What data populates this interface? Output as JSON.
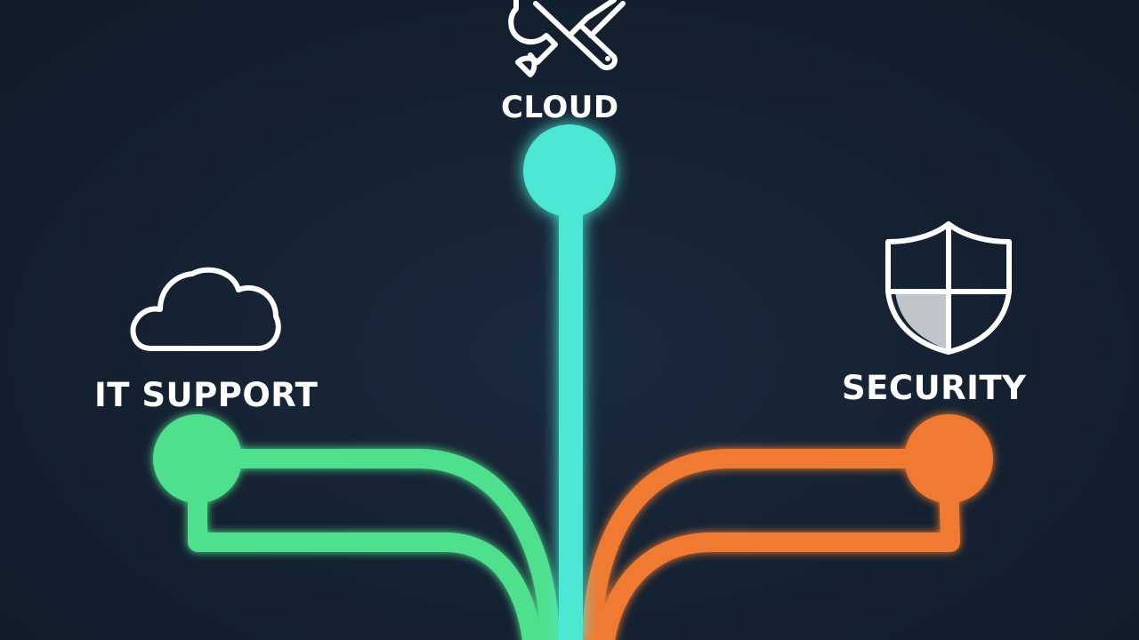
{
  "branches": [
    {
      "id": "cloud",
      "label": "CLOUD",
      "icon": "wrench-screwdriver-icon",
      "color": "#4de8d4"
    },
    {
      "id": "it-support",
      "label": "IT SUPPORT",
      "icon": "cloud-icon",
      "color": "#4fe08d"
    },
    {
      "id": "security",
      "label": "SECURITY",
      "icon": "shield-icon",
      "color": "#f07a32"
    }
  ],
  "colors": {
    "background": "#152233",
    "icon_stroke": "#ffffff"
  }
}
